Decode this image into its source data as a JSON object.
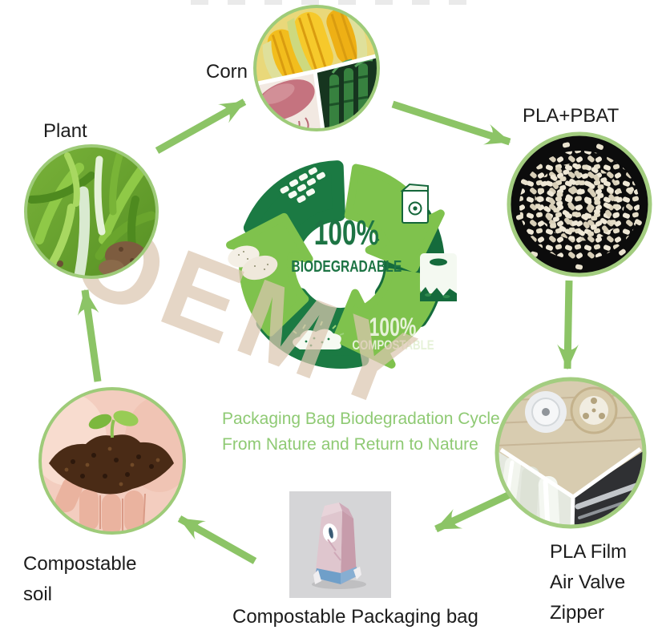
{
  "labels": {
    "plant": "Plant",
    "corn": "Corn",
    "pla_pbat": "PLA+PBAT",
    "pla_film": "PLA Film",
    "air_valve": "Air Valve",
    "zipper": "Zipper",
    "compostable": "Compostable",
    "soil": "soil",
    "bag_caption": "Compostable Packaging bag"
  },
  "center": {
    "biodegradable_percent": "100%",
    "biodegradable_label": "BIODEGRADABLE",
    "compostable_percent": "100%",
    "compostable_label": "COMPOSTABLE",
    "caption_line1": "Packaging Bag Biodegradation Cycle",
    "caption_line2": "From Nature and Return to Nature"
  },
  "watermark": "OEMY",
  "illustrations": {
    "plant_photo": "green corn plants in field",
    "corn_photo": "corn cobs, sweet potato and sugarcane",
    "pla_pbat_photo": "white biopolymer pellets on black tray",
    "components_photo": "air valve caps, PLA film rolls and zipper strips",
    "soil_photo": "hands holding compost soil with green seedling",
    "bag_photo": "pink flat-bottom compostable pouch",
    "cycle_graphic": "green recycle cycle: bottles, paper bag, shopping bag, compost, potatoes"
  },
  "colors": {
    "cycle_dark_green": "#1b7a43",
    "cycle_light_green": "#7fc24d",
    "arrow_green": "#8cc466",
    "circle_border_green": "#9ecb79",
    "caption_green": "#8fca74",
    "label_color": "#1c1c1c",
    "badge_dark_text": "#1d7444",
    "badge_light_text": "#e6f2d8",
    "watermark_color": "#dbc6b0"
  }
}
